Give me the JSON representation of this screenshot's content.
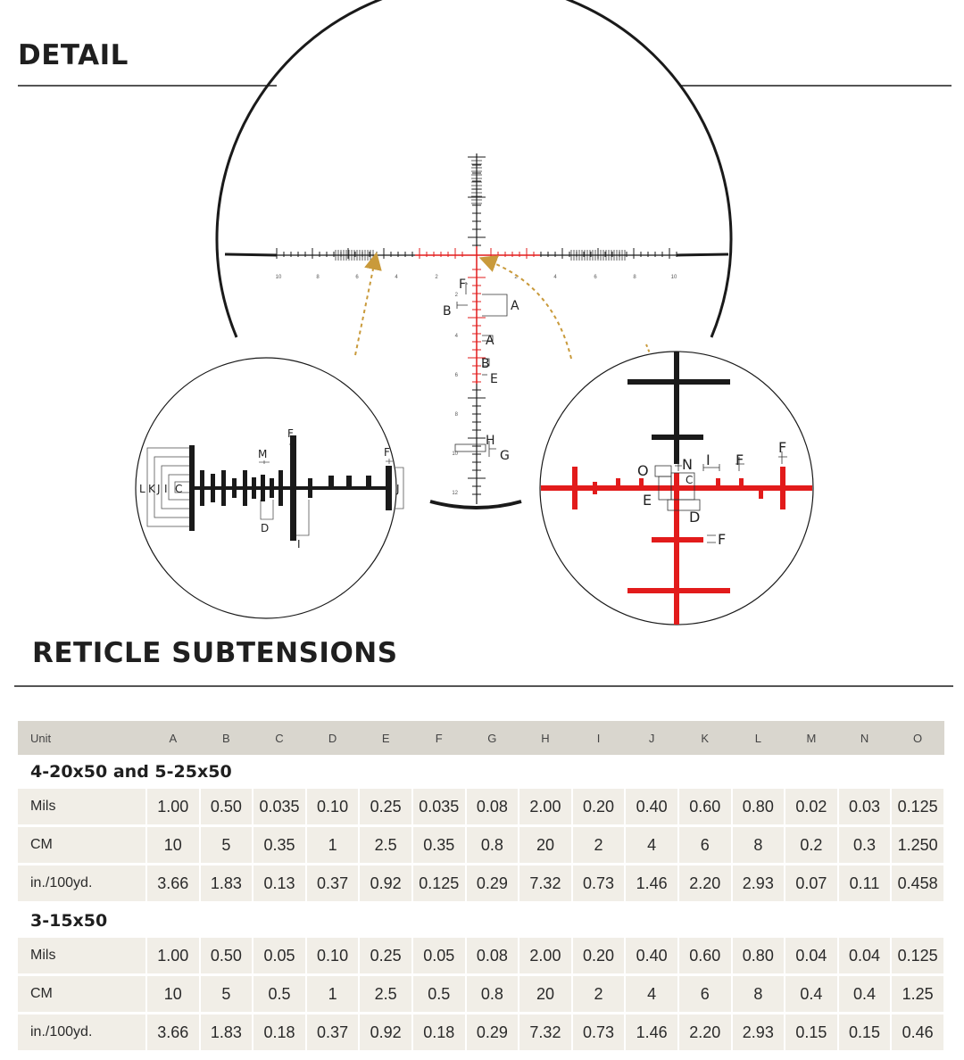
{
  "detail": {
    "title": "DETAIL"
  },
  "subtensions": {
    "title": "RETICLE SUBTENSIONS"
  },
  "main_reticle": {
    "h_ticks_left": [
      "10",
      "8",
      "6",
      "4",
      "2"
    ],
    "h_ticks_right": [
      "2",
      "4",
      "6",
      "8",
      "10"
    ],
    "v_ticks": [
      "2",
      "4",
      "6",
      "8",
      "10",
      "12"
    ],
    "labels": {
      "F": "F",
      "A1": "A",
      "B1": "B",
      "A2": "A",
      "B2": "B",
      "E": "E",
      "H": "H",
      "G": "G"
    }
  },
  "left_zoom": {
    "labels": {
      "L": "L",
      "K": "K",
      "J1": "J",
      "I1": "I",
      "C": "C",
      "M": "M",
      "F1": "F",
      "F2": "F",
      "J2": "J",
      "D": "D",
      "I2": "I"
    }
  },
  "right_zoom": {
    "labels": {
      "O": "O",
      "N": "N",
      "I": "I",
      "F1": "F",
      "F2": "F",
      "C": "C",
      "E": "E",
      "D": "D",
      "F3": "F"
    }
  },
  "colors": {
    "reticle_red": "#e21b1b",
    "reticle_black": "#1a1a1a",
    "arrow": "#c99a3b",
    "table_header_bg": "#d9d6ce",
    "table_row_bg": "#f1eee7"
  },
  "table": {
    "headers": [
      "Unit",
      "A",
      "B",
      "C",
      "D",
      "E",
      "F",
      "G",
      "H",
      "I",
      "J",
      "K",
      "L",
      "M",
      "N",
      "O"
    ],
    "groups": [
      {
        "name": "4-20x50 and 5-25x50",
        "rows": [
          {
            "unit": "Mils",
            "values": [
              "1.00",
              "0.50",
              "0.035",
              "0.10",
              "0.25",
              "0.035",
              "0.08",
              "2.00",
              "0.20",
              "0.40",
              "0.60",
              "0.80",
              "0.02",
              "0.03",
              "0.125"
            ]
          },
          {
            "unit": "CM",
            "values": [
              "10",
              "5",
              "0.35",
              "1",
              "2.5",
              "0.35",
              "0.8",
              "20",
              "2",
              "4",
              "6",
              "8",
              "0.2",
              "0.3",
              "1.250"
            ]
          },
          {
            "unit": "in./100yd.",
            "values": [
              "3.66",
              "1.83",
              "0.13",
              "0.37",
              "0.92",
              "0.125",
              "0.29",
              "7.32",
              "0.73",
              "1.46",
              "2.20",
              "2.93",
              "0.07",
              "0.11",
              "0.458"
            ]
          }
        ]
      },
      {
        "name": "3-15x50",
        "rows": [
          {
            "unit": "Mils",
            "values": [
              "1.00",
              "0.50",
              "0.05",
              "0.10",
              "0.25",
              "0.05",
              "0.08",
              "2.00",
              "0.20",
              "0.40",
              "0.60",
              "0.80",
              "0.04",
              "0.04",
              "0.125"
            ]
          },
          {
            "unit": "CM",
            "values": [
              "10",
              "5",
              "0.5",
              "1",
              "2.5",
              "0.5",
              "0.8",
              "20",
              "2",
              "4",
              "6",
              "8",
              "0.4",
              "0.4",
              "1.25"
            ]
          },
          {
            "unit": "in./100yd.",
            "values": [
              "3.66",
              "1.83",
              "0.18",
              "0.37",
              "0.92",
              "0.18",
              "0.29",
              "7.32",
              "0.73",
              "1.46",
              "2.20",
              "2.93",
              "0.15",
              "0.15",
              "0.46"
            ]
          }
        ]
      }
    ]
  }
}
